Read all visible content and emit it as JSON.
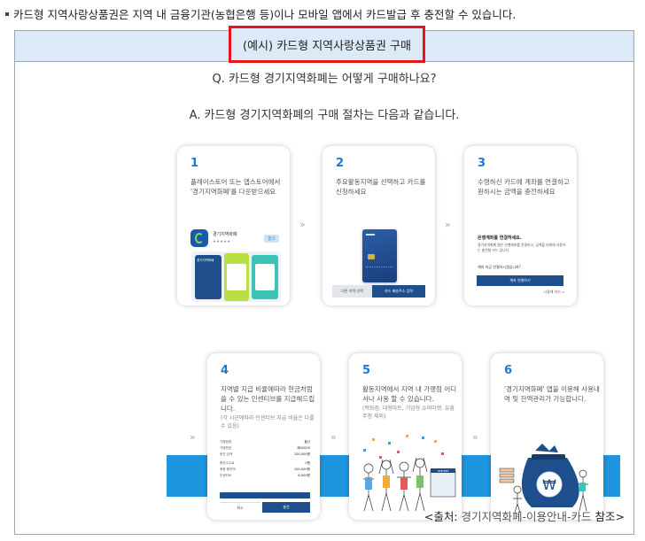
{
  "intro": "카드형 지역사랑상품권은 지역 내 금융기관(농협은행 등)이나 모바일 앱에서 카드발급 후 충전할 수 있습니다.",
  "box_title": "(예시) 카드형 지역사랑상품권 구매",
  "question": "Q. 카드형 경기지역화폐는 어떻게 구매하나요?",
  "answer": "A. 카드형 경기지역화폐의 구매 절차는 다음과 같습니다.",
  "steps": [
    {
      "num": "1",
      "text": "플레이스토어 또는 앱스토어에서 '경기지역화폐'를 다운받으세요",
      "app_name": "경기지역화폐",
      "app_stars": "★★★★★",
      "install_label": "열기",
      "phone_title": "경기지역화폐"
    },
    {
      "num": "2",
      "text": "주요활동지역을 선택하고 카드를 신청하세요",
      "btn_left": "다른 지역 선택",
      "btn_right": "카드 배송주소 입력"
    },
    {
      "num": "3",
      "text": "수령하신 카드에 계좌를 연결하고 원하시는 금액을 충전하세요",
      "heading": "은행계좌를 연결하세요.",
      "desc": "경기지역화폐 앱은 은행계좌를 연결하고, 금액을 미래에 사용하는 충전형 카드 입니다.",
      "question": "계좌 지금 연결하시겠습니까?",
      "btn": "계좌 연결하기",
      "later": "나중에 하기 >"
    },
    {
      "num": "4",
      "text": "지역별 지급 비율에따라 현금처럼 쓸 수 있는 인센티브를 지급해드립니다.",
      "sub": "(각 시군에따라 인센티브 지급 비율은 다를 수 있음)",
      "rows": [
        {
          "k": "가맹점명",
          "v": "울산"
        },
        {
          "k": "가맹번호",
          "v": "제00000"
        },
        {
          "k": "충전 금액",
          "v": "100,000원"
        },
        {
          "k": "충전수수료",
          "v": "0원"
        },
        {
          "k": "최종 충전액",
          "v": "100,000원"
        },
        {
          "k": "인센티브",
          "v": "6,000원"
        }
      ],
      "btn_left": "취소",
      "btn_right": "충전"
    },
    {
      "num": "5",
      "text": "활동지역에서 지역 내 가맹점 어디서나 사용 할 수 있습니다.",
      "sub": "(백화점, 대형마트, 기업형 슈퍼마켓, 유흥주점 제외)",
      "shop_sign": "market"
    },
    {
      "num": "6",
      "text": "'경기지역화폐' 앱을 이용해 사용내역 및 잔액관리가 가능합니다.",
      "currency_symbol": "₩"
    }
  ],
  "arrow_symbol": "»",
  "source": {
    "prefix": "<출처: ",
    "link": "경기지역화폐-이용안내-카드",
    "suffix": " 참조>"
  },
  "colors": {
    "header_bg": "#dceaf8",
    "highlight": "#e8141b",
    "step_number": "#1d78d4",
    "band": "#1d95df",
    "card_navy": "#1e4f8c"
  }
}
